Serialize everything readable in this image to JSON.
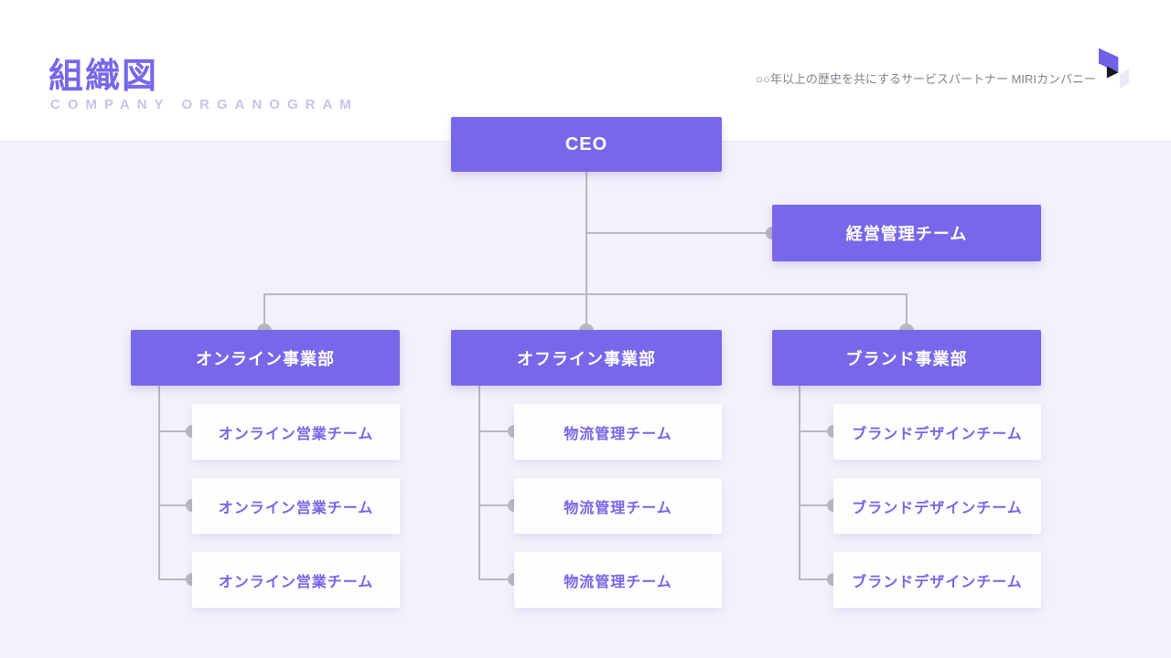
{
  "header": {
    "title": "組織図",
    "subtitle": "COMPANY ORGANOGRAM",
    "tagline": "○○年以上の歴史を共にするサービスパートナー MIRIカンパニー"
  },
  "colors": {
    "accent_purple": "#7768e9",
    "slide_background": "#f4f1fb",
    "header_background": "#ffffff",
    "connector_gray": "#bab7c1",
    "subtitle_lavender": "#c9c3ea",
    "tagline_gray": "#83838b",
    "team_text_purple": "#7a62e8",
    "logo_black": "#17161c",
    "logo_light": "#eceaf4"
  },
  "orgchart": {
    "root": {
      "label": "CEO"
    },
    "staff": {
      "label": "経営管理チーム"
    },
    "departments": [
      {
        "label": "オンライン事業部",
        "teams": [
          "オンライン営業チーム",
          "オンライン営業チーム",
          "オンライン営業チーム"
        ]
      },
      {
        "label": "オフライン事業部",
        "teams": [
          "物流管理チーム",
          "物流管理チーム",
          "物流管理チーム"
        ]
      },
      {
        "label": "ブランド事業部",
        "teams": [
          "ブランドデザインチーム",
          "ブランドデザインチーム",
          "ブランドデザインチーム"
        ]
      }
    ]
  }
}
